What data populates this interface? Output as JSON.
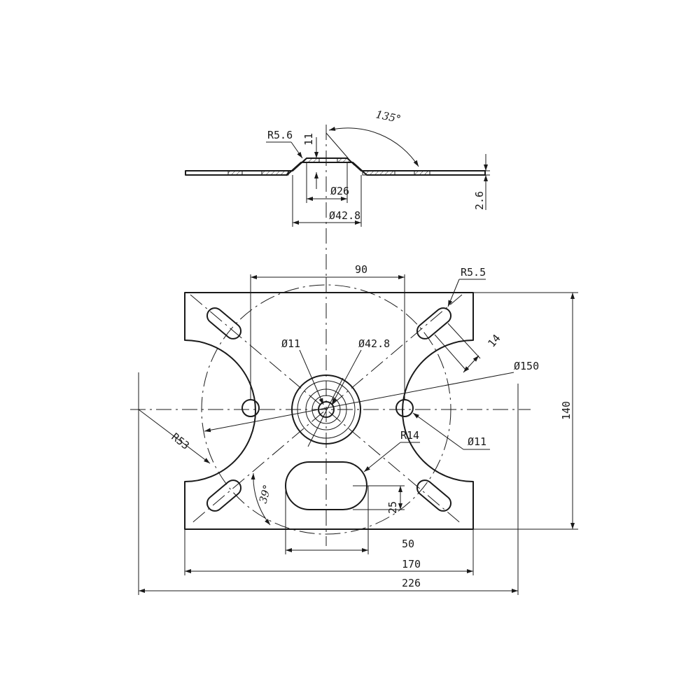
{
  "dimensions": {
    "r56": "R5.6",
    "h11": "11",
    "angle135": "135°",
    "t26": "2.6",
    "d26": "Ø26",
    "d428_side": "Ø42.8",
    "w90": "90",
    "r55": "R5.5",
    "w14": "14",
    "d150": "Ø150",
    "d11_left": "Ø11",
    "d428_top": "Ø42.8",
    "h140": "140",
    "d11_right": "Ø11",
    "r14": "R14",
    "r53": "R53",
    "angle39": "39°",
    "h25": "25",
    "w50": "50",
    "w170": "170",
    "w226": "226"
  },
  "colors": {
    "line": "#1a1a1a",
    "background": "#ffffff"
  }
}
